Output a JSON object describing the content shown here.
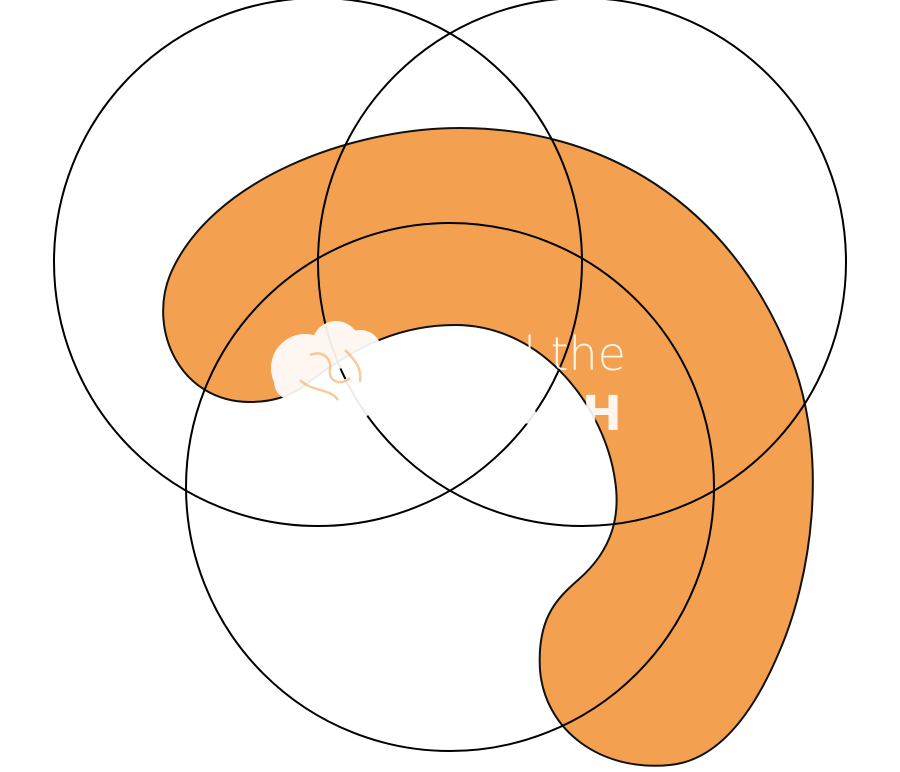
{
  "diagram": {
    "type": "venn-with-arc",
    "circle_count": 3,
    "stroke_color": "#000000",
    "fill_color": "#f3a150",
    "background": "#ffffff"
  },
  "watermark": {
    "line1": "Mind the",
    "line2": "GRAPH",
    "icon": "brain-icon",
    "color": "#ffffff"
  }
}
